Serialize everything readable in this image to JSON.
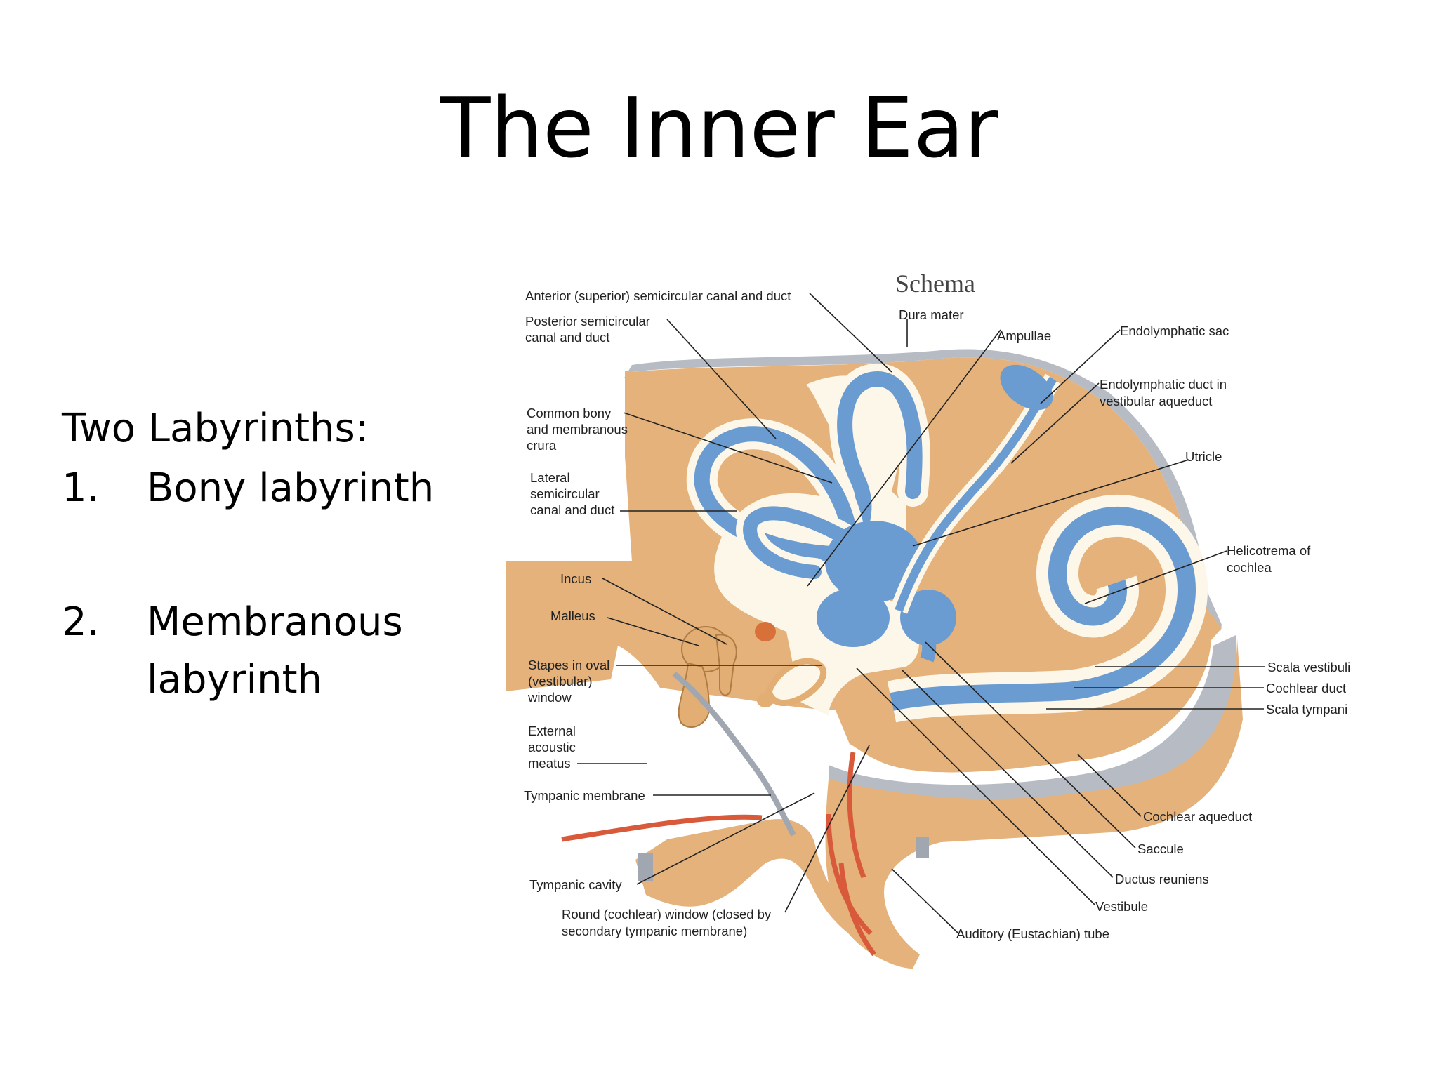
{
  "slide": {
    "title": "The Inner Ear",
    "intro": "Two Labyrinths:",
    "items": [
      {
        "number": "1.",
        "text": "Bony labyrinth"
      },
      {
        "number": "2.",
        "text": "Membranous labyrinth"
      }
    ]
  },
  "diagram": {
    "heading": "Schema",
    "colors": {
      "bone": "#e4b27a",
      "membranous": "#6a9bd1",
      "perilymph": "#fdf7ea",
      "tissue": "#d85a3a",
      "dura": "#b7bcc4"
    },
    "labels": {
      "anterior_canal": "Anterior (superior) semicircular canal and duct",
      "posterior_canal_1": "Posterior semicircular",
      "posterior_canal_2": "canal and duct",
      "common_crura_1": "Common bony",
      "common_crura_2": "and membranous",
      "common_crura_3": "crura",
      "lateral_canal_1": "Lateral",
      "lateral_canal_2": "semicircular",
      "lateral_canal_3": "canal and duct",
      "incus": "Incus",
      "malleus": "Malleus",
      "stapes_1": "Stapes in oval",
      "stapes_2": "(vestibular)",
      "stapes_3": "window",
      "external_meatus_1": "External",
      "external_meatus_2": "acoustic",
      "external_meatus_3": "meatus",
      "tympanic_membrane": "Tympanic membrane",
      "tympanic_cavity": "Tympanic cavity",
      "round_window_1": "Round (cochlear) window (closed by",
      "round_window_2": "secondary tympanic membrane)",
      "dura_mater": "Dura mater",
      "ampullae": "Ampullae",
      "endolymphatic_sac": "Endolymphatic sac",
      "endolymphatic_duct_1": "Endolymphatic duct in",
      "endolymphatic_duct_2": "vestibular aqueduct",
      "utricle": "Utricle",
      "helicotrema_1": "Helicotrema of",
      "helicotrema_2": "cochlea",
      "scala_vestibuli": "Scala vestibuli",
      "cochlear_duct": "Cochlear duct",
      "scala_tympani": "Scala tympani",
      "cochlear_aqueduct": "Cochlear aqueduct",
      "saccule": "Saccule",
      "ductus_reuniens": "Ductus reuniens",
      "vestibule": "Vestibule",
      "auditory_tube": "Auditory (Eustachian) tube"
    }
  }
}
